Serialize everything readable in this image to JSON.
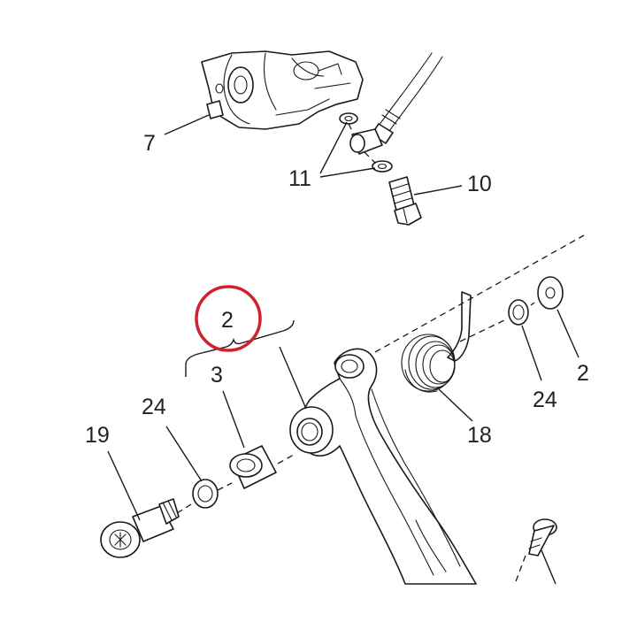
{
  "labels": {
    "l7": "7",
    "l11": "11",
    "l10": "10",
    "l2": "2",
    "l3": "3",
    "l24a": "24",
    "l19": "19",
    "l18": "18",
    "l24b": "24",
    "l2b": "2"
  },
  "colors": {
    "highlight": "#d0212e",
    "ink": "#1a1a1a"
  }
}
